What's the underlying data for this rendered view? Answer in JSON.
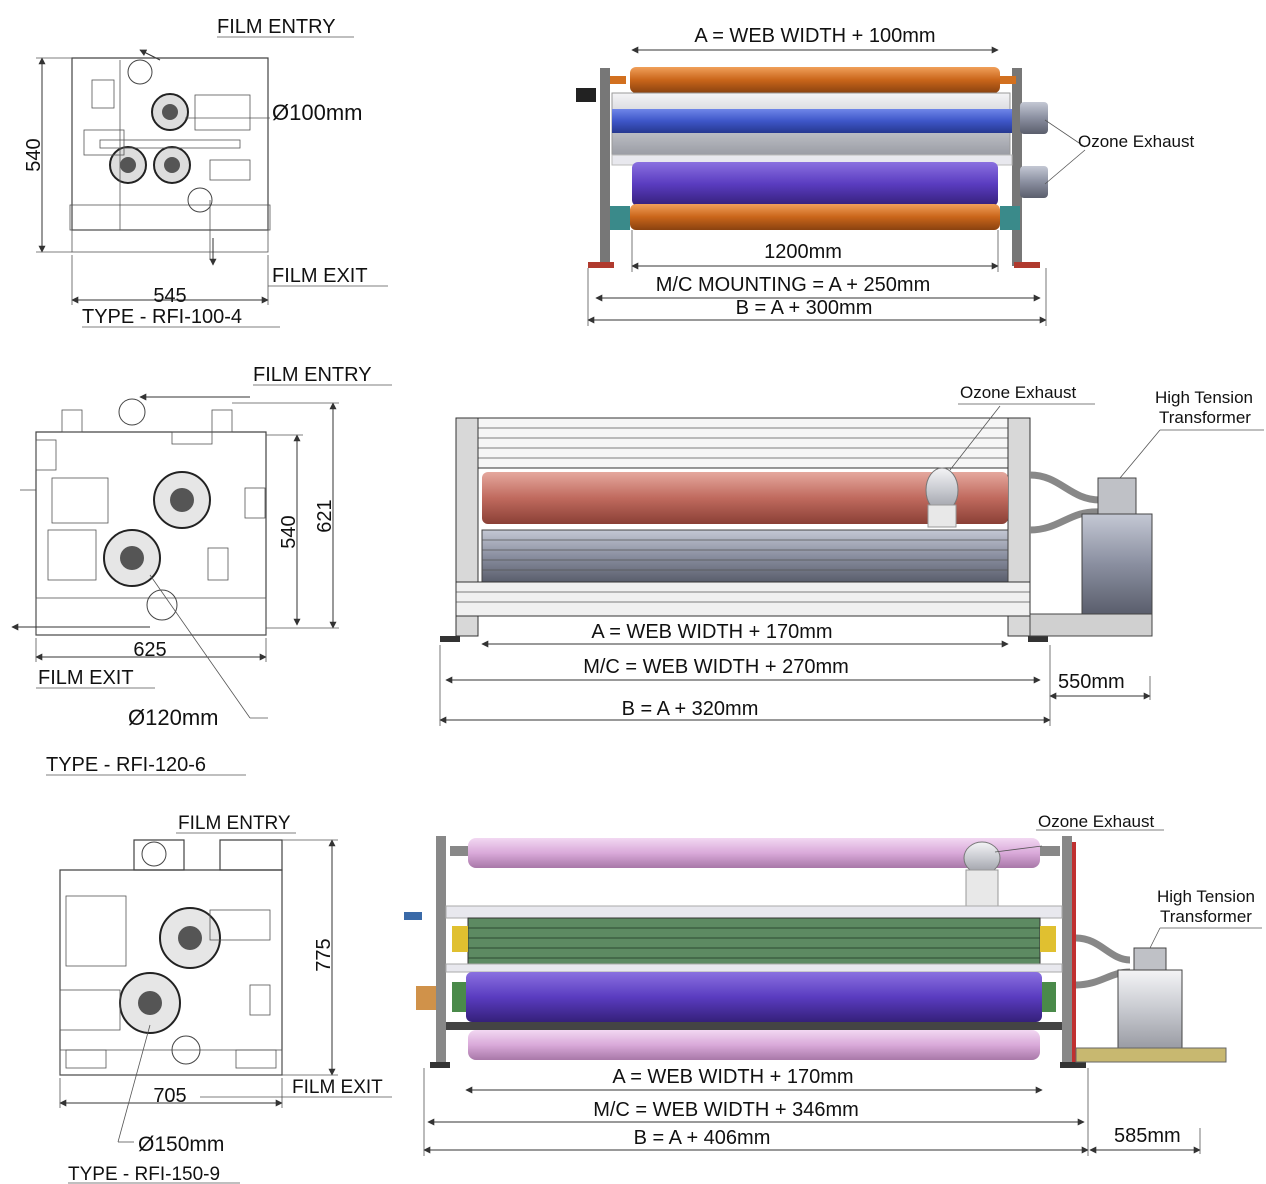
{
  "colors": {
    "roller_orange": "#d2701f",
    "roller_blue": "#3e56c8",
    "roller_purple": "#5a3cc0",
    "roller_red": "#c06a5e",
    "roller_pink": "#d9a9d9",
    "roller_grey": "#8a8fa0",
    "roller_green": "#4a7a52",
    "line": "#333333"
  },
  "rfi100": {
    "film_entry": "FILM ENTRY",
    "film_exit": "FILM EXIT",
    "height": "540",
    "width": "545",
    "roller_dia": "Ø100mm",
    "type": "TYPE - RFI-100-4",
    "dim_a": "A = WEB WIDTH + 100mm",
    "roller_len": "1200mm",
    "mc_mounting": "M/C MOUNTING = A + 250mm",
    "dim_b": "B = A + 300mm",
    "ozone": "Ozone Exhaust"
  },
  "rfi120": {
    "film_entry": "FILM ENTRY",
    "film_exit": "FILM EXIT",
    "height_inner": "540",
    "height_outer": "621",
    "width": "625",
    "roller_dia": "Ø120mm",
    "type": "TYPE - RFI-120-6",
    "ozone": "Ozone Exhaust",
    "transformer_line1": "High Tension",
    "transformer_line2": "Transformer",
    "dim_a": "A = WEB WIDTH + 170mm",
    "dim_mc": "M/C = WEB WIDTH + 270mm",
    "dim_b": "B = A + 320mm",
    "side": "550mm"
  },
  "rfi150": {
    "film_entry": "FILM ENTRY",
    "film_exit": "FILM EXIT",
    "height": "775",
    "width": "705",
    "roller_dia": "Ø150mm",
    "type": "TYPE - RFI-150-9",
    "ozone": "Ozone Exhaust",
    "transformer_line1": "High Tension",
    "transformer_line2": "Transformer",
    "dim_a": "A = WEB WIDTH + 170mm",
    "dim_mc": "M/C = WEB WIDTH + 346mm",
    "dim_b": "B = A + 406mm",
    "side": "585mm"
  }
}
